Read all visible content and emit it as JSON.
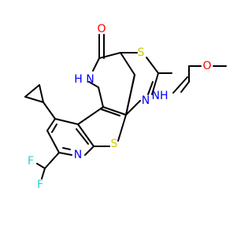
{
  "colors": {
    "background": "#ffffff",
    "bond": "#000000",
    "nitrogen": "#0000ff",
    "oxygen": "#ff0000",
    "sulfur": "#cccc00",
    "fluorine": "#33cccc"
  },
  "atoms": {
    "o_carbonyl": "O",
    "s_thiazole": "S",
    "nh_amine": "NH",
    "o_methoxy": "O",
    "n_thiazole": "N",
    "hn_lactam": "H\nN",
    "s_thiophene": "S",
    "n_pyridine": "N",
    "f_top": "F",
    "f_bottom": "F"
  }
}
